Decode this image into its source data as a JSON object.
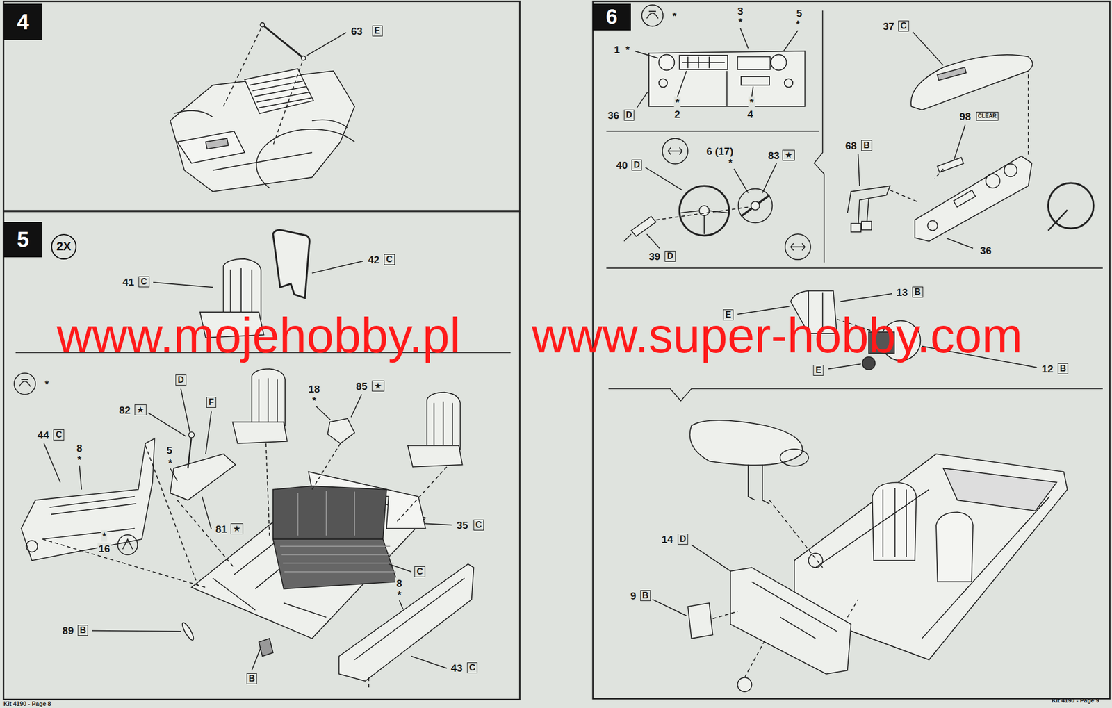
{
  "diagram": {
    "nodes": [
      {
        "text": [
          "4"
        ]
      },
      {
        "text": [
          "5"
        ]
      },
      {
        "text": [
          "2X"
        ]
      },
      {
        "text": [
          "6"
        ]
      }
    ],
    "labels": [
      "63",
      "E",
      "41",
      "C",
      "42",
      "C",
      "*",
      "82",
      "★",
      "D",
      "F",
      "18",
      "*",
      "85",
      "★",
      "44",
      "C",
      "8",
      "*",
      "5",
      "*",
      "81",
      "★",
      "35",
      "C",
      "*",
      "16",
      "C",
      "8",
      "*",
      "89",
      "B",
      "B",
      "43",
      "C",
      "*",
      "1",
      "*",
      "3",
      "*",
      "5",
      "*",
      "36",
      "D",
      "*",
      "2",
      "*",
      "4",
      "37",
      "C",
      "98",
      "CLEAR",
      "68",
      "B",
      "36",
      "40",
      "D",
      "6 (17)",
      "*",
      "83",
      "★",
      "39",
      "D",
      "13",
      "B",
      "E",
      "12",
      "B",
      "E",
      "14",
      "D",
      "9",
      "B",
      "www.mojehobby.pl",
      "www.super-hobby.com",
      "Kit 4190 - Page 8",
      "Kit 4190 - Page 9"
    ]
  }
}
